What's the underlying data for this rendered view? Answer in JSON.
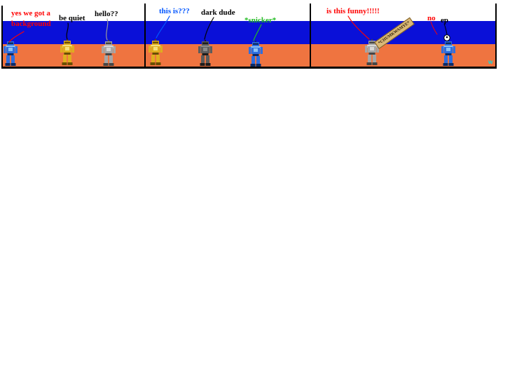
{
  "strip": {
    "colors": {
      "sky": "#0a10d8",
      "ground": "#ef7440",
      "border": "#000000",
      "red_text": "#ff0000",
      "blue_text": "#0055ff",
      "green_text": "#22bb22",
      "black_text": "#000000",
      "signature_color": "#00e0e8",
      "sign_background": "#d9b878"
    },
    "panels": [
      {
        "callouts": [
          {
            "lines": [
              "yes we got a",
              "background"
            ],
            "color": "red"
          },
          {
            "lines": [
              "be quiet"
            ],
            "color": "black"
          },
          {
            "lines": [
              "hello??"
            ],
            "color": "black"
          }
        ],
        "characters": [
          "blue robot",
          "yellow robot",
          "grey robot"
        ]
      },
      {
        "callouts": [
          {
            "lines": [
              "this is???"
            ],
            "color": "blue"
          },
          {
            "lines": [
              "dark dude"
            ],
            "color": "black"
          },
          {
            "lines": [
              "*snicker*"
            ],
            "color": "green"
          }
        ],
        "characters": [
          "yellow robot",
          "dark robot",
          "blue robot"
        ]
      },
      {
        "callouts": [
          {
            "lines": [
              "is this funny!!!!!"
            ],
            "color": "red"
          },
          {
            "lines": [
              "no"
            ],
            "color": "red"
          },
          {
            "lines": [
              "ep"
            ],
            "color": "black"
          }
        ],
        "characters": [
          "grey robot holding sign",
          "blue robot with ball"
        ],
        "sign_text": "*CHUMKWAMYE*"
      }
    ],
    "signature": "w"
  }
}
